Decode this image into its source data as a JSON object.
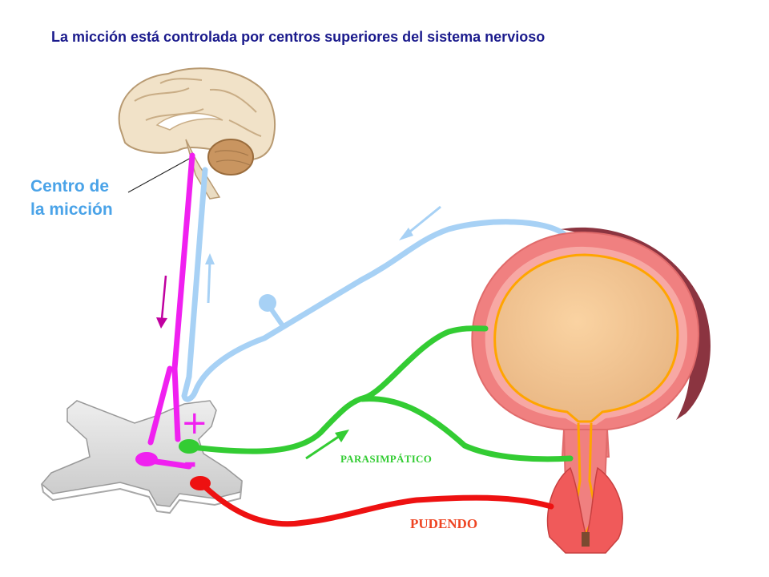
{
  "title": "La micción está controlada por centros superiores del sistema nervioso",
  "center_label": {
    "line1": "Centro de",
    "line2": "la micción"
  },
  "labels": {
    "parasympathetic": "PARASIMPÁTICO",
    "pudendal": "PUDENDO",
    "plus": "+",
    "minus": "-"
  },
  "colors": {
    "title": "#1a1a8c",
    "center_label": "#4aa3e8",
    "descending_efferent": "#f020f0",
    "ascending_afferent": "#a7d1f5",
    "parasympathetic": "#33cc33",
    "pudendal": "#ee1111",
    "bladder_wall": "#f08080",
    "bladder_lumen": "#f7c58e",
    "mucosa_line": "#ffa500",
    "spinal_cord": "#d9d9d9"
  }
}
